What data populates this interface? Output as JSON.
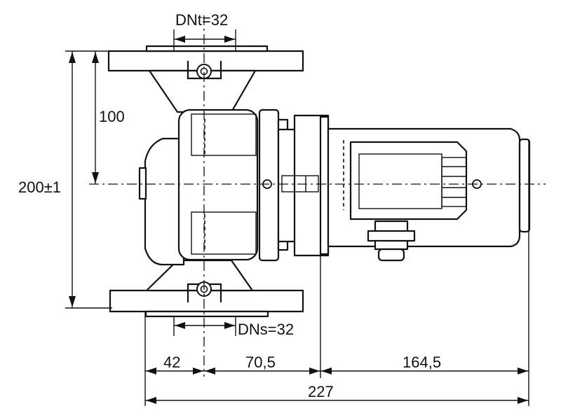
{
  "drawing": {
    "dn_top_label": "DNt=32",
    "dn_side_label": "DNs=32",
    "height_total_label": "200±1",
    "height_half_label": "100",
    "dim_42_label": "42",
    "dim_70_5_label": "70,5",
    "dim_164_5_label": "164,5",
    "dim_227_label": "227"
  }
}
